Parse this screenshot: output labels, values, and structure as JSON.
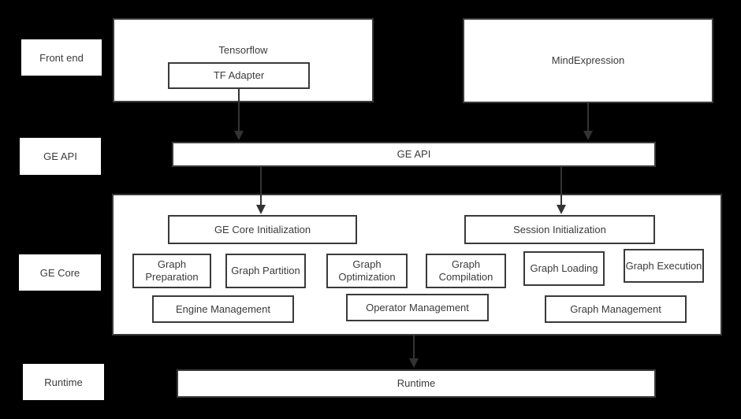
{
  "colors": {
    "background": "#000000",
    "box_fill": "#ffffff",
    "box_border": "#3a3a3a",
    "text": "#3b3b3b",
    "arrow": "#333333"
  },
  "row_labels": {
    "front_end": "Front end",
    "ge_api": "GE API",
    "ge_core": "GE Core",
    "runtime": "Runtime"
  },
  "front_end": {
    "tensorflow": "Tensorflow",
    "tf_adapter": "TF Adapter",
    "mind_expression": "MindExpression"
  },
  "ge_api": {
    "label": "GE API"
  },
  "ge_core": {
    "ge_core_initialization": "GE Core Initialization",
    "session_initialization": "Session Initialization",
    "stages": [
      {
        "label": "Graph Preparation"
      },
      {
        "label": "Graph Partition"
      },
      {
        "label": "Graph Optimization"
      },
      {
        "label": "Graph Compilation"
      },
      {
        "label": "Graph Loading"
      },
      {
        "label": "Graph Execution"
      }
    ],
    "management": [
      {
        "label": "Engine Management"
      },
      {
        "label": "Operator Management"
      },
      {
        "label": "Graph Management"
      }
    ]
  },
  "runtime": {
    "label": "Runtime"
  }
}
